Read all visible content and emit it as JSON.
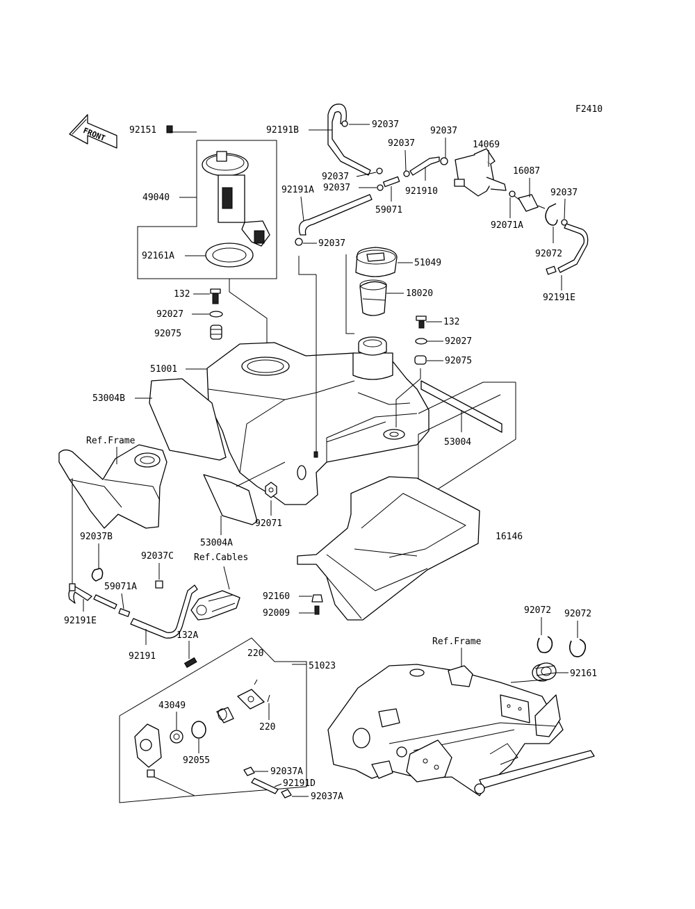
{
  "figure_code": "F2410",
  "front_label": "FRONT",
  "callouts": {
    "p92151": "92151",
    "p49040": "49040",
    "p92161A": "92161A",
    "p132_left": "132",
    "p92027_left": "92027",
    "p92075_left": "92075",
    "p51001": "51001",
    "p53004B": "53004B",
    "p92191B": "92191B",
    "p92037_a": "92037",
    "p92037_b": "92037",
    "p92037_c": "92037",
    "p92037_d": "92037",
    "p92037_e": "92037",
    "p92037_f": "92037",
    "p92037_g": "92037",
    "p14069": "14069",
    "p16087": "16087",
    "p59071": "59071",
    "p921910": "921910",
    "p92071A": "92071A",
    "p92072_top": "92072",
    "p92191A": "92191A",
    "p92191E_right": "92191E",
    "p51049": "51049",
    "p18020": "18020",
    "p132_right": "132",
    "p92027_right": "92027",
    "p92075_right": "92075",
    "p53004": "53004",
    "p16146": "16146",
    "p53004A": "53004A",
    "p92071": "92071",
    "ref_frame_left": "Ref.Frame",
    "p92037B": "92037B",
    "p92037C": "92037C",
    "ref_cables": "Ref.Cables",
    "p59071A": "59071A",
    "p92191E_left": "92191E",
    "p92191": "92191",
    "p132A": "132A",
    "p92160": "92160",
    "p92009": "92009",
    "p220_top": "220",
    "p51023": "51023",
    "p43049": "43049",
    "p220_bottom": "220",
    "p92055": "92055",
    "p92037A_top": "92037A",
    "p92191D": "92191D",
    "p92037A_bottom": "92037A",
    "p92072_left": "92072",
    "p92072_right": "92072",
    "ref_frame_right": "Ref.Frame",
    "p92161": "92161"
  }
}
